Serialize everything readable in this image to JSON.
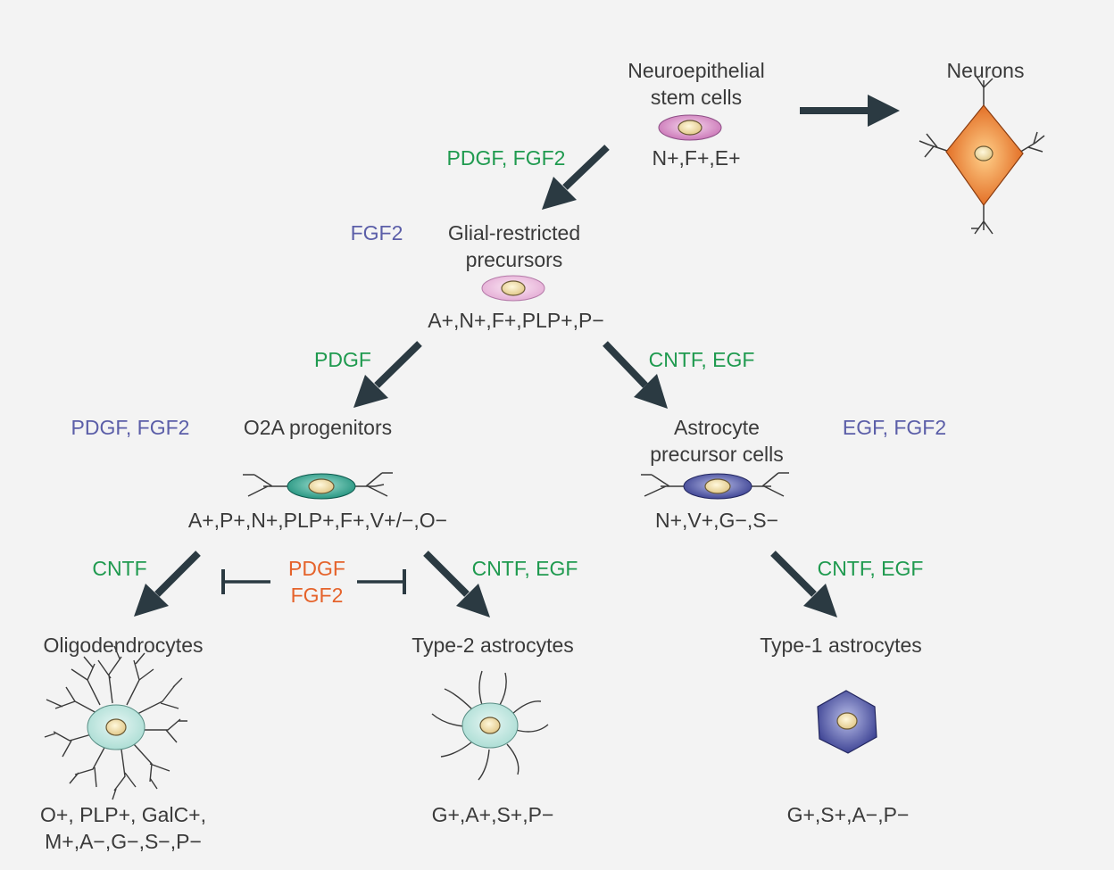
{
  "cells": {
    "neuroepithelial": {
      "name": "Neuroepithelial\nstem cells",
      "markers": "N+,F+,E+"
    },
    "neurons": {
      "name": "Neurons"
    },
    "glial_restricted": {
      "name": "Glial-restricted\nprecursors",
      "markers": "A+,N+,F+,PLP+,P−"
    },
    "o2a": {
      "name": "O2A progenitors",
      "markers": "A+,P+,N+,PLP+,F+,V+/−,O−"
    },
    "astrocyte_precursor": {
      "name": "Astrocyte\nprecursor cells",
      "markers": "N+,V+,G−,S−"
    },
    "oligodendrocytes": {
      "name": "Oligodendrocytes",
      "markers": "O+, PLP+, GalC+,\nM+,A−,G−,S−,P−"
    },
    "type2_astrocytes": {
      "name": "Type-2 astrocytes",
      "markers": "G+,A+,S+,P−"
    },
    "type1_astrocytes": {
      "name": "Type-1 astrocytes",
      "markers": "G+,S+,A−,P−"
    }
  },
  "factors": {
    "to_glial_restricted": "PDGF, FGF2",
    "glial_restricted_self": "FGF2",
    "to_o2a": "PDGF",
    "to_astrocyte_precursor": "CNTF, EGF",
    "o2a_self": "PDGF, FGF2",
    "astrocyte_precursor_self": "EGF, FGF2",
    "to_oligodendrocytes": "CNTF",
    "inhibitor": "PDGF\nFGF2",
    "to_type2": "CNTF, EGF",
    "to_type1": "CNTF, EGF"
  },
  "colors": {
    "arrow": "#2b3a42",
    "growth_factor": "#1f9a4f",
    "self_renewal": "#5b5ea8",
    "inhibitor": "#e5632b",
    "text": "#3a3a3a"
  }
}
